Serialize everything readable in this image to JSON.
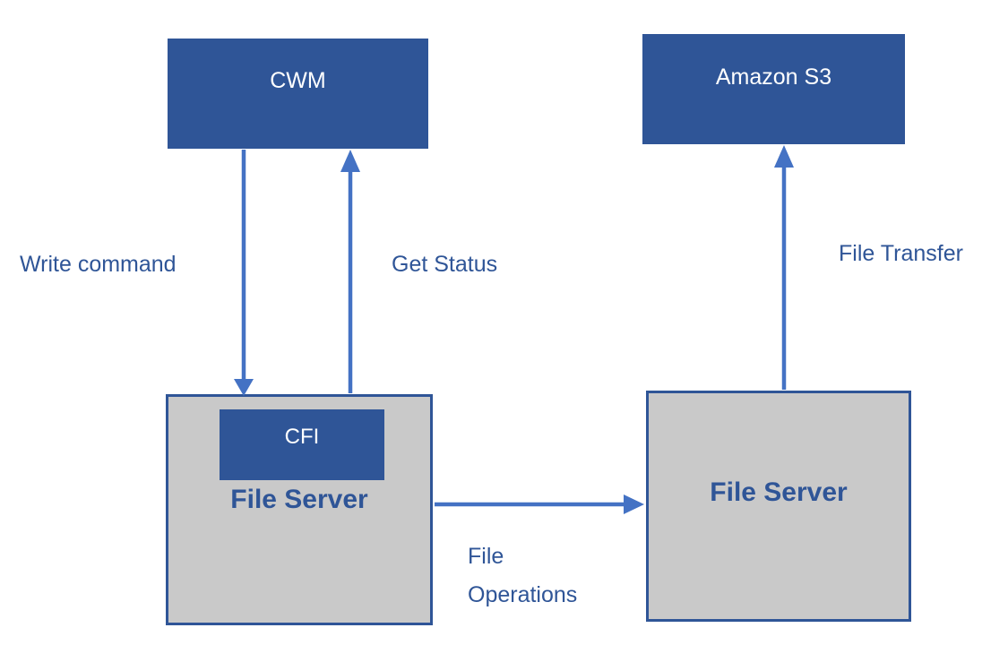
{
  "colors": {
    "node_fill": "#2F5597",
    "node_text": "#FFFFFF",
    "server_fill": "#C9C9C9",
    "server_border": "#2F5597",
    "arrow": "#4472C4",
    "label_text": "#2F5597",
    "canvas_bg": "#FFFFFF"
  },
  "diagram": {
    "nodes": {
      "cwm": {
        "label": "CWM"
      },
      "amazon_s3": {
        "label": "Amazon S3"
      },
      "cfi": {
        "label": "CFI"
      },
      "file_server_left": {
        "label": "File Server"
      },
      "file_server_right": {
        "label": "File Server"
      }
    },
    "edges": {
      "write_command": {
        "label": "Write command"
      },
      "get_status": {
        "label": "Get Status"
      },
      "file_transfer": {
        "label": "File Transfer"
      },
      "file_operations": {
        "label": "File Operations",
        "lines": [
          "File",
          "Operations"
        ]
      }
    }
  }
}
